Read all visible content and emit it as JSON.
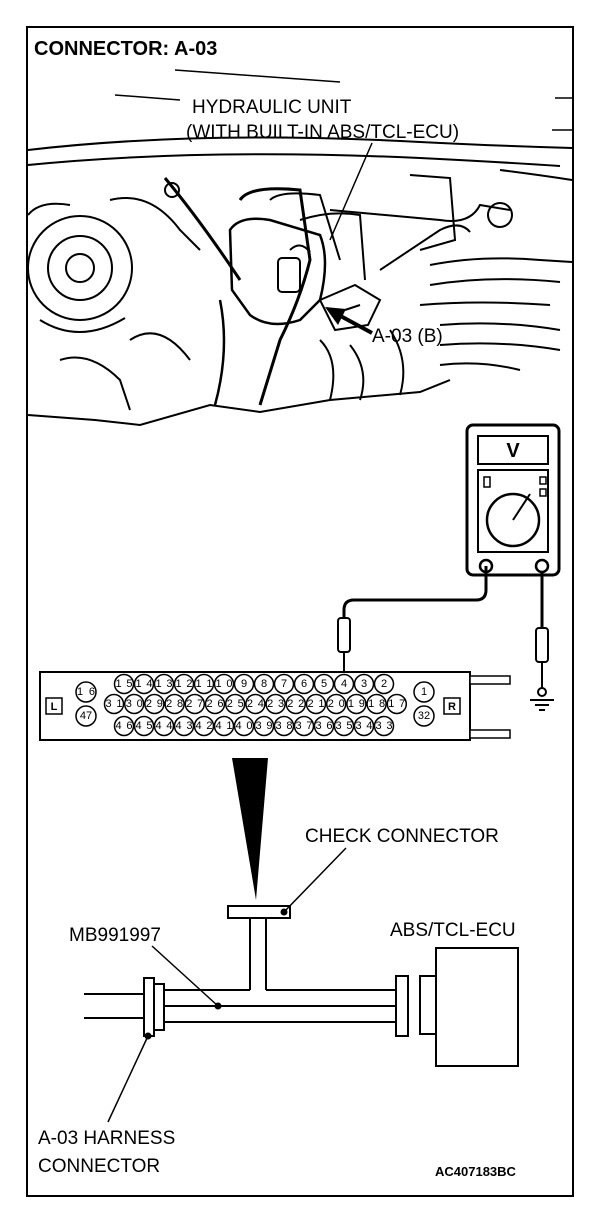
{
  "diagram": {
    "title": "CONNECTOR: A-03",
    "labels": {
      "hydraulic_unit_line1": "HYDRAULIC UNIT",
      "hydraulic_unit_line2": "(WITH BUILT-IN ABS/TCL-ECU)",
      "connector_callout": "A-03 (B)",
      "check_connector": "CHECK CONNECTOR",
      "tool_number": "MB991997",
      "ecu": "ABS/TCL-ECU",
      "harness_line1": "A-03 HARNESS",
      "harness_line2": "CONNECTOR",
      "figure_code": "AC407183BC"
    },
    "meter": {
      "display": "V"
    },
    "check_connector_face": {
      "left_side": "L",
      "right_side": "R",
      "top_row": [
        "15",
        "14",
        "13",
        "12",
        "11",
        "10",
        "9",
        "8",
        "7",
        "6",
        "5",
        "4",
        "3",
        "2"
      ],
      "middle_row": [
        "31",
        "30",
        "29",
        "28",
        "27",
        "26",
        "25",
        "24",
        "23",
        "22",
        "21",
        "20",
        "19",
        "18",
        "17"
      ],
      "bottom_row": [
        "46",
        "45",
        "44",
        "43",
        "42",
        "41",
        "40",
        "39",
        "38",
        "37",
        "36",
        "35",
        "34",
        "33"
      ],
      "left_pins": [
        "16",
        "47"
      ],
      "right_pins": [
        "1",
        "32"
      ],
      "probed_pin": "4"
    }
  }
}
